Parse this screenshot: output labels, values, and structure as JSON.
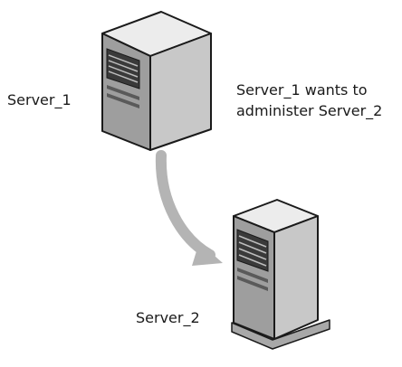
{
  "diagram": {
    "server_1": {
      "label": "Server_1",
      "icon": "tower-server-icon"
    },
    "server_2": {
      "label": "Server_2",
      "icon": "tower-server-icon"
    },
    "relationship": {
      "lines": [
        "Server_1 wants to",
        "administer Server_2"
      ],
      "icon": "curved-arrow-icon"
    },
    "colors": {
      "server_top": "#ececec",
      "server_left": "#9e9e9e",
      "server_front": "#c8c8c8",
      "outline": "#1a1a1a",
      "panel": "#3a3a3a",
      "arrow": "#b4b4b4",
      "text": "#1a1a1a"
    }
  }
}
